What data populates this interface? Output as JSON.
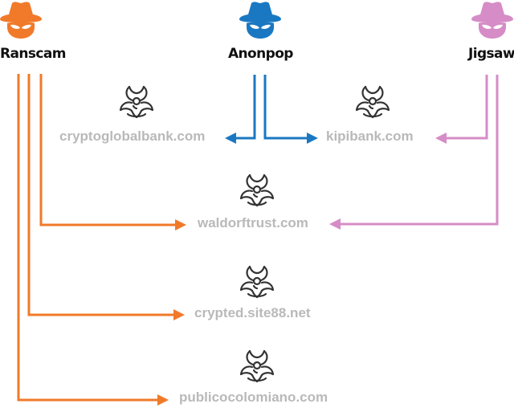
{
  "colors": {
    "ranscam": "#f07a2a",
    "anonpop": "#1a78c2",
    "jigsaw": "#d68cc6",
    "domain_text": "#b9b9b9",
    "actor_text": "#111111"
  },
  "actors": [
    {
      "id": "ranscam",
      "label": "Ranscam",
      "icon": "spy-icon"
    },
    {
      "id": "anonpop",
      "label": "Anonpop",
      "icon": "spy-icon"
    },
    {
      "id": "jigsaw",
      "label": "Jigsaw",
      "icon": "spy-icon"
    }
  ],
  "domains": [
    {
      "id": "cryptoglobalbank",
      "label": "cryptoglobalbank.com",
      "icon": "biohazard-icon"
    },
    {
      "id": "kipibank",
      "label": "kipibank.com",
      "icon": "biohazard-icon"
    },
    {
      "id": "waldorftrust",
      "label": "waldorftrust.com",
      "icon": "biohazard-icon"
    },
    {
      "id": "cryptedsite88",
      "label": "crypted.site88.net",
      "icon": "biohazard-icon"
    },
    {
      "id": "publicocolomiano",
      "label": "publicocolomiano.com",
      "icon": "biohazard-icon"
    }
  ],
  "links": [
    {
      "from": "anonpop",
      "to": "cryptoglobalbank"
    },
    {
      "from": "anonpop",
      "to": "kipibank"
    },
    {
      "from": "jigsaw",
      "to": "kipibank"
    },
    {
      "from": "ranscam",
      "to": "waldorftrust"
    },
    {
      "from": "jigsaw",
      "to": "waldorftrust"
    },
    {
      "from": "ranscam",
      "to": "cryptedsite88"
    },
    {
      "from": "ranscam",
      "to": "publicocolomiano"
    }
  ]
}
